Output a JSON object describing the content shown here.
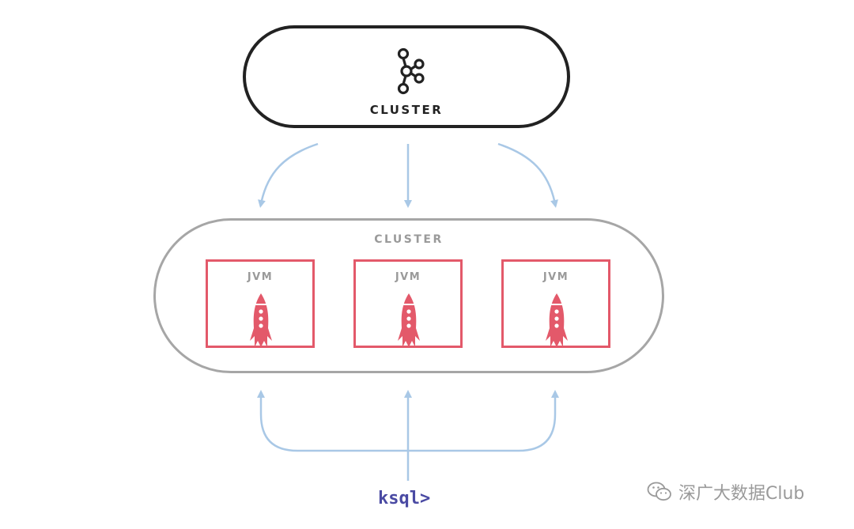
{
  "kafka_cluster": {
    "label": "CLUSTER",
    "icon": "kafka-logo-icon"
  },
  "ksql_cluster": {
    "label": "CLUSTER",
    "jvms": [
      {
        "label": "JVM",
        "icon": "rocket-icon"
      },
      {
        "label": "JVM",
        "icon": "rocket-icon"
      },
      {
        "label": "JVM",
        "icon": "rocket-icon"
      }
    ]
  },
  "prompt": {
    "text": "ksql>"
  },
  "watermark": {
    "text": "深广大数据Club",
    "icon": "wechat-icon"
  },
  "colors": {
    "kafka_border": "#222222",
    "ksql_border": "#a6a6a6",
    "jvm_border": "#e3596a",
    "rocket": "#e3596a",
    "arrows": "#a9c8e6",
    "prompt": "#4a4aa3"
  }
}
